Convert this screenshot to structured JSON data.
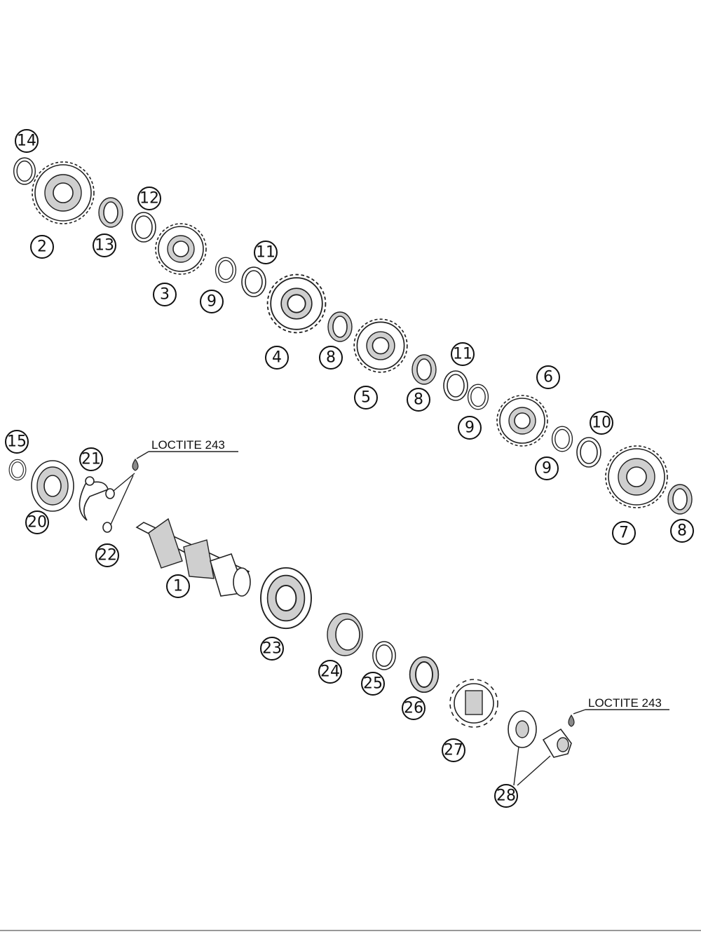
{
  "loctite_label": "LOCTITE 243",
  "callouts": [
    "1",
    "2",
    "3",
    "4",
    "5",
    "6",
    "7",
    "8",
    "9",
    "10",
    "11",
    "12",
    "13",
    "14",
    "15",
    "20",
    "21",
    "22",
    "23",
    "24",
    "25",
    "26",
    "27",
    "28"
  ],
  "colors": {
    "line": "#222222",
    "background": "#ffffff"
  }
}
